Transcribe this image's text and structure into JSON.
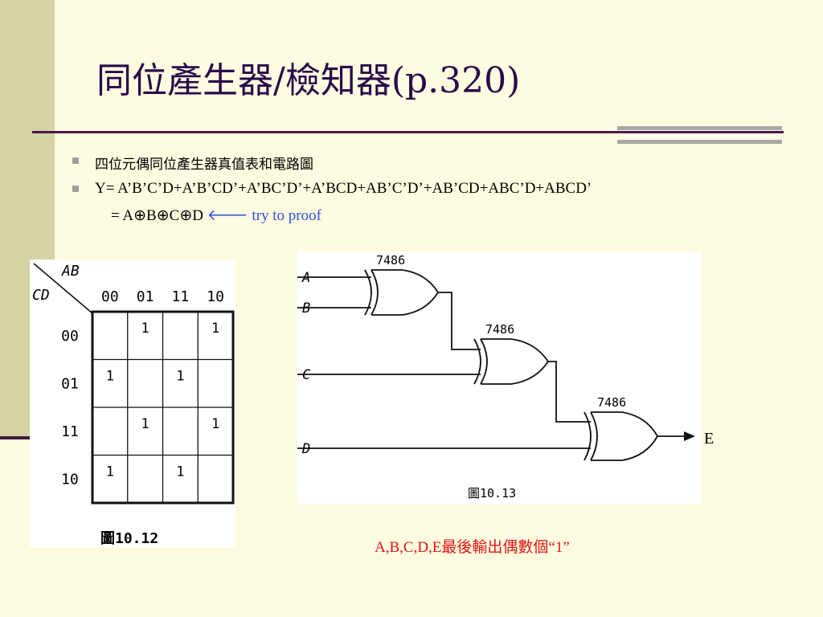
{
  "slide": {
    "title": "同位產生器/檢知器(p.320)",
    "bullets": [
      "四位元偶同位產生器真值表和電路圖",
      "Y= A’B’C’D+A’B’CD’+A’BC’D’+A’BCD+AB’C’D’+AB’CD+ABC’D+ABCD’"
    ],
    "equation": "= A⊕B⊕C⊕D",
    "arrow": "🡐",
    "proof_hint": "try to proof",
    "footer": "A,B,C,D,E最後輸出偶數個“1”",
    "colors": {
      "background": "#fdfbe0",
      "title": "#2a0a4a",
      "hint": "#2a50d8",
      "footer": "#e01515"
    }
  },
  "kmap": {
    "row_var": "AB",
    "col_var": "CD",
    "col_headers": [
      "00",
      "01",
      "11",
      "10"
    ],
    "row_headers": [
      "00",
      "01",
      "11",
      "10"
    ],
    "cells": [
      [
        "",
        "1",
        "",
        "1"
      ],
      [
        "1",
        "",
        "1",
        ""
      ],
      [
        "",
        "1",
        "",
        "1"
      ],
      [
        "1",
        "",
        "1",
        ""
      ]
    ],
    "caption": "圖10.12"
  },
  "circuit": {
    "inputs": [
      "A",
      "B",
      "C",
      "D"
    ],
    "gates": [
      "7486",
      "7486",
      "7486"
    ],
    "output": "E",
    "caption": "圖10.13"
  }
}
